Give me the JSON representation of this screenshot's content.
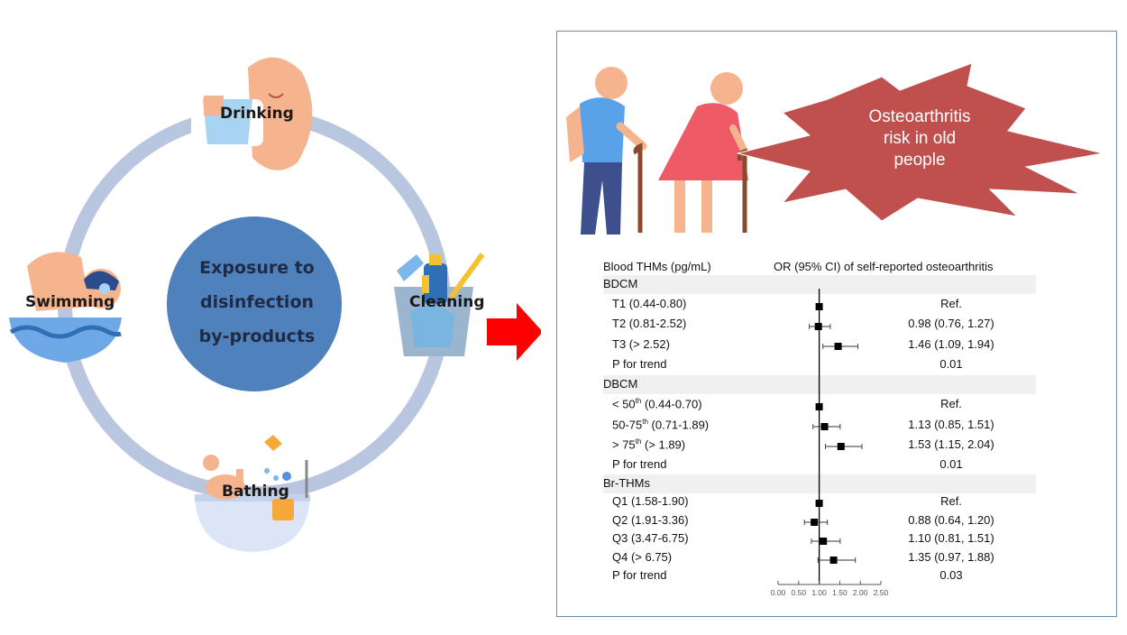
{
  "cycle": {
    "center_lines": [
      "Exposure to",
      "disinfection",
      "by-products"
    ],
    "nodes": [
      {
        "label": "Drinking"
      },
      {
        "label": "Cleaning"
      },
      {
        "label": "Bathing"
      },
      {
        "label": "Swimming"
      }
    ],
    "colors": {
      "ring": "#b8c6df",
      "center": "#4f81bd",
      "arrow": "#ff0000"
    }
  },
  "panel": {
    "burst_lines": [
      "Osteoarthritis",
      "risk in old",
      "people"
    ],
    "burst_color": "#c0504d",
    "people_icons": [
      "elderly-man-icon",
      "elderly-woman-icon"
    ],
    "table": {
      "col1_header": "Blood THMs (pg/mL)",
      "col2_header": "OR (95% CI) of self-reported osteoarthritis",
      "groups": [
        {
          "name": "BDCM",
          "rows": [
            {
              "label": "T1 (0.44-0.80)",
              "est": "Ref."
            },
            {
              "label": "T2 (0.81-2.52)",
              "est": "0.98 (0.76, 1.27)"
            },
            {
              "label": "T3 (> 2.52)",
              "est": "1.46 (1.09, 1.94)"
            },
            {
              "label": "P for trend",
              "est": "0.01"
            }
          ]
        },
        {
          "name": "DBCM",
          "rows": [
            {
              "label": "< 50",
              "sup": "th",
              "label_tail": " (0.44-0.70)",
              "est": "Ref."
            },
            {
              "label": "50-75",
              "sup": "th",
              "label_tail": " (0.71-1.89)",
              "est": "1.13 (0.85, 1.51)"
            },
            {
              "label": "> 75",
              "sup": "th",
              "label_tail": " (> 1.89)",
              "est": "1.53 (1.15, 2.04)"
            },
            {
              "label": "P for trend",
              "est": "0.01"
            }
          ]
        },
        {
          "name": "Br-THMs",
          "rows": [
            {
              "label": "Q1 (1.58-1.90)",
              "est": "Ref."
            },
            {
              "label": "Q2 (1.91-3.36)",
              "est": "0.88 (0.64, 1.20)"
            },
            {
              "label": "Q3 (3.47-6.75)",
              "est": "1.10 (0.81, 1.51)"
            },
            {
              "label": "Q4 (> 6.75)",
              "est": "1.35 (0.97, 1.88)"
            },
            {
              "label": "P for trend",
              "est": "0.03"
            }
          ]
        }
      ],
      "axis_ticks": [
        "0.00",
        "0.50",
        "1.00",
        "1.50",
        "2.00",
        "2.50"
      ]
    }
  },
  "chart_data": {
    "type": "forest",
    "xlim": [
      0,
      2.5
    ],
    "reference_line": 1.0,
    "points": [
      {
        "label": "T1 (0.44-0.80)",
        "or": 1.0,
        "lo": 1.0,
        "hi": 1.0
      },
      {
        "label": "T2 (0.81-2.52)",
        "or": 0.98,
        "lo": 0.76,
        "hi": 1.27
      },
      {
        "label": "T3 (> 2.52)",
        "or": 1.46,
        "lo": 1.09,
        "hi": 1.94
      },
      {
        "label": "< 50th (0.44-0.70)",
        "or": 1.0,
        "lo": 1.0,
        "hi": 1.0
      },
      {
        "label": "50-75th (0.71-1.89)",
        "or": 1.13,
        "lo": 0.85,
        "hi": 1.51
      },
      {
        "label": "> 75th (> 1.89)",
        "or": 1.53,
        "lo": 1.15,
        "hi": 2.04
      },
      {
        "label": "Q1 (1.58-1.90)",
        "or": 1.0,
        "lo": 1.0,
        "hi": 1.0
      },
      {
        "label": "Q2 (1.91-3.36)",
        "or": 0.88,
        "lo": 0.64,
        "hi": 1.2
      },
      {
        "label": "Q3 (3.47-6.75)",
        "or": 1.1,
        "lo": 0.81,
        "hi": 1.51
      },
      {
        "label": "Q4 (> 6.75)",
        "or": 1.35,
        "lo": 0.97,
        "hi": 1.88
      }
    ]
  }
}
